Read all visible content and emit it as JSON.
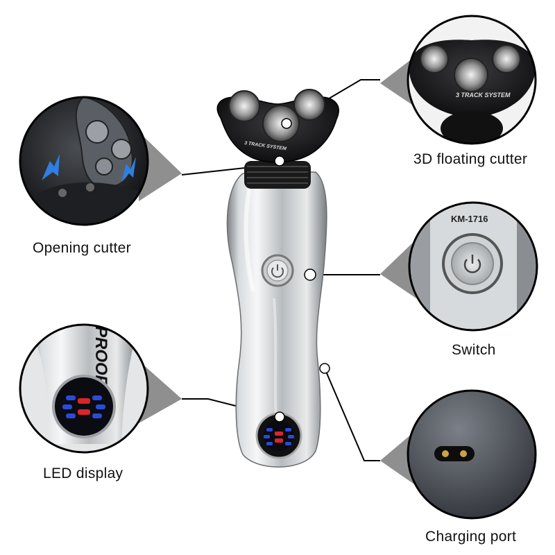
{
  "callouts": {
    "floating_cutter": "3D floating cutter",
    "opening_cutter": "Opening cutter",
    "switch": "Switch",
    "led_display": "LED display",
    "charging_port": "Charging port"
  },
  "product_text": {
    "head_print": "3 TRACK SYSTEM",
    "model": "KM-1716",
    "grip_text": "PROOF"
  },
  "colors": {
    "body_silver": "#c9ccce",
    "head_black": "#1c1c1e",
    "led_blue": "#2a4bd8",
    "led_red": "#d8262a",
    "callout_shadow": "#8f8f8f"
  }
}
